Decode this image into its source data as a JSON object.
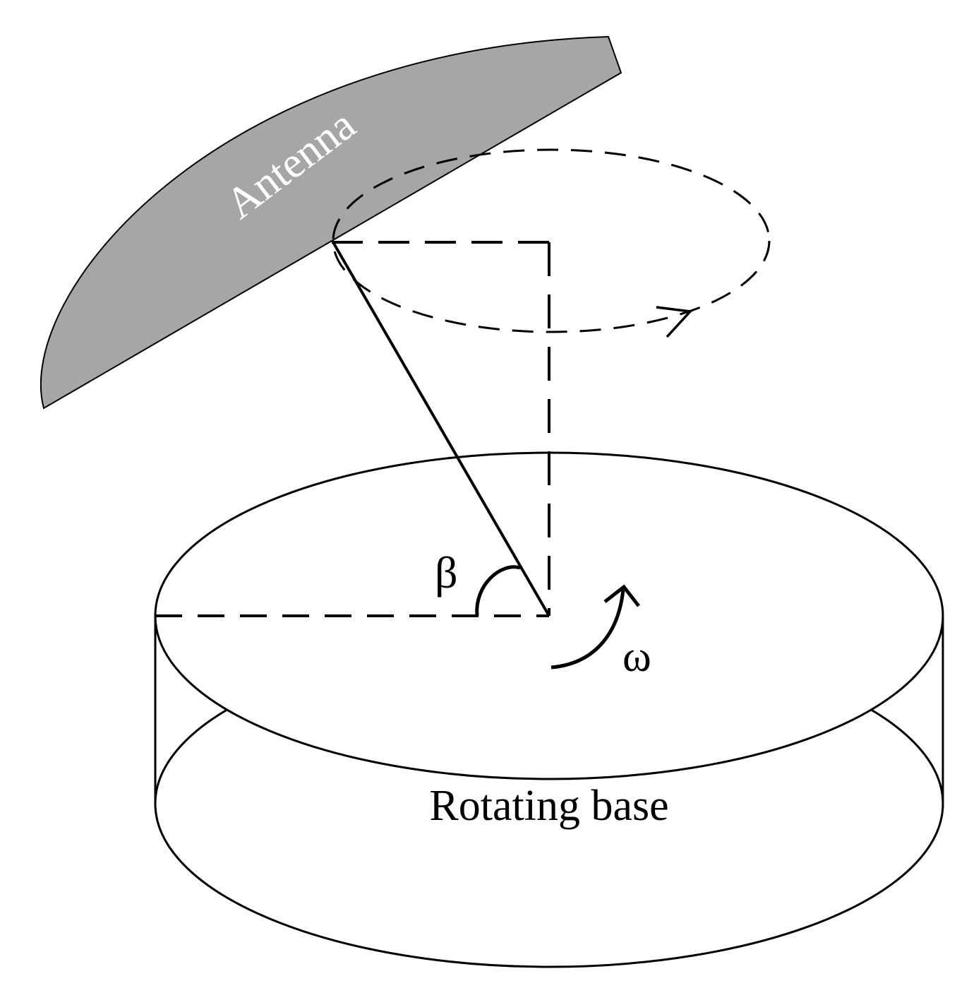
{
  "labels": {
    "antenna": "Antenna",
    "beta": "β",
    "omega": "ω",
    "base": "Rotating base"
  },
  "colors": {
    "antenna_fill": "#a6a6a6",
    "antenna_text": "#ffffff",
    "stroke": "#000000",
    "background": "#ffffff"
  }
}
